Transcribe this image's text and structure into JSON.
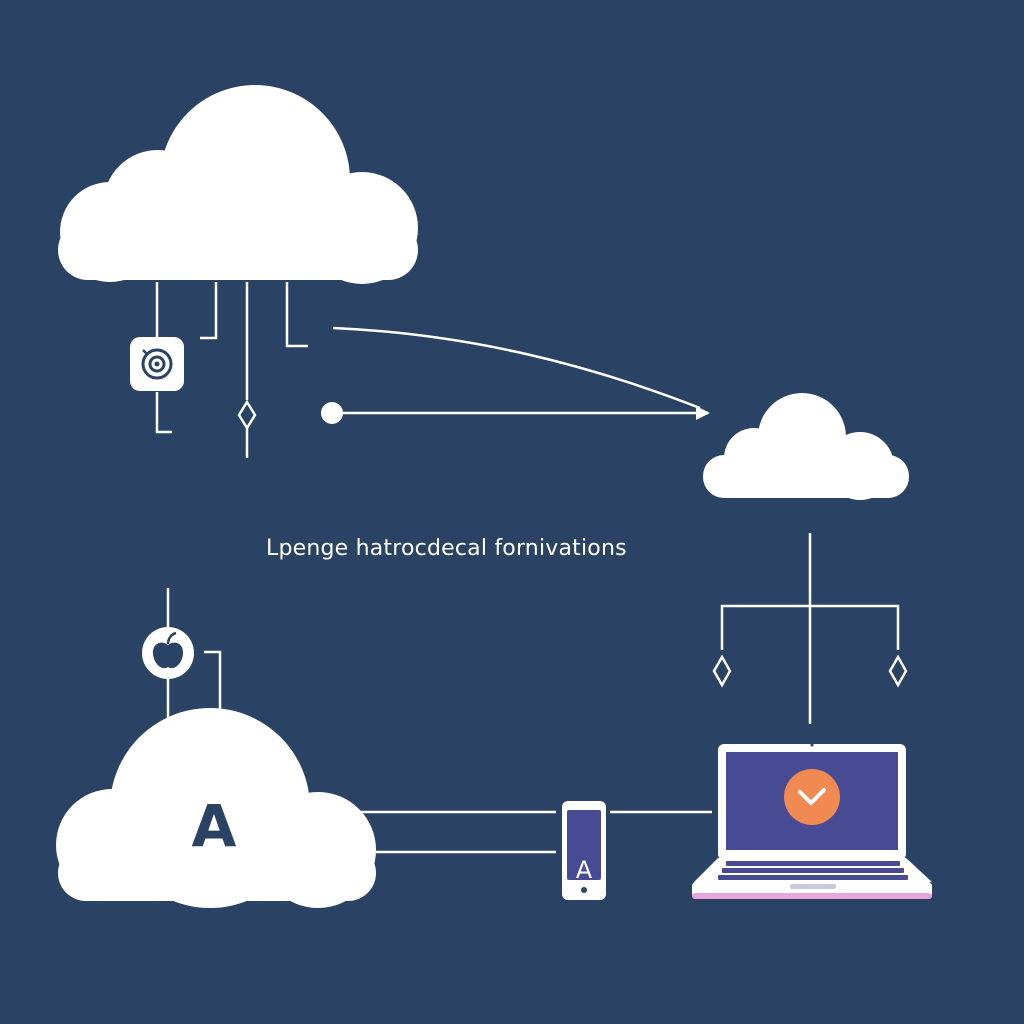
{
  "caption": "Lpenge hatrocdecal fornivations",
  "cloud_label": "A",
  "phone_label": "A",
  "icons": {
    "top_left_node": "target-icon",
    "bottom_left_node": "apple-icon",
    "laptop_screen": "checkmark-icon"
  },
  "colors": {
    "background": "#2a4263",
    "foreground": "#ffffff",
    "laptop_screen": "#464b94",
    "check_badge": "#f08a52",
    "laptop_base_accent": "#e8a6dc"
  }
}
